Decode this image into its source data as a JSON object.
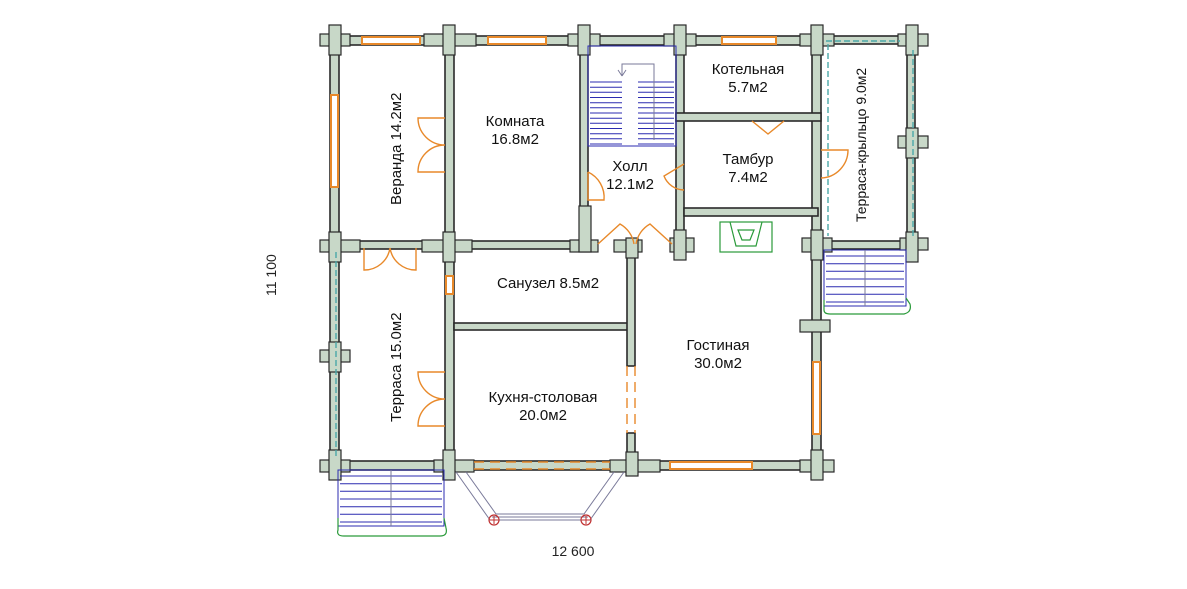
{
  "rooms": {
    "veranda": "Веранда 14.2м2",
    "room_name": "Комната",
    "room_area": "16.8м2",
    "boiler_name": "Котельная",
    "boiler_area": "5.7м2",
    "porch": "Терраса-крыльцо 9.0м2",
    "hall_name": "Холл",
    "hall_area": "12.1м2",
    "vestibule_name": "Тамбур",
    "vestibule_area": "7.4м2",
    "bathroom": "Санузел 8.5м2",
    "living_name": "Гостиная",
    "living_area": "30.0м2",
    "terrace": "Терраса 15.0м2",
    "kitchen_name": "Кухня-столовая",
    "kitchen_area": "20.0м2"
  },
  "dimensions": {
    "height": "11 100",
    "width": "12 600"
  },
  "colors": {
    "wall_fill": "#c8d8c8",
    "wall_stroke": "#2a2a2a",
    "window": "#e8892a",
    "door": "#e8892a",
    "stairs": "#2b2bb0",
    "railing": "#4aa8a8",
    "green_line": "#2a9a3a"
  }
}
